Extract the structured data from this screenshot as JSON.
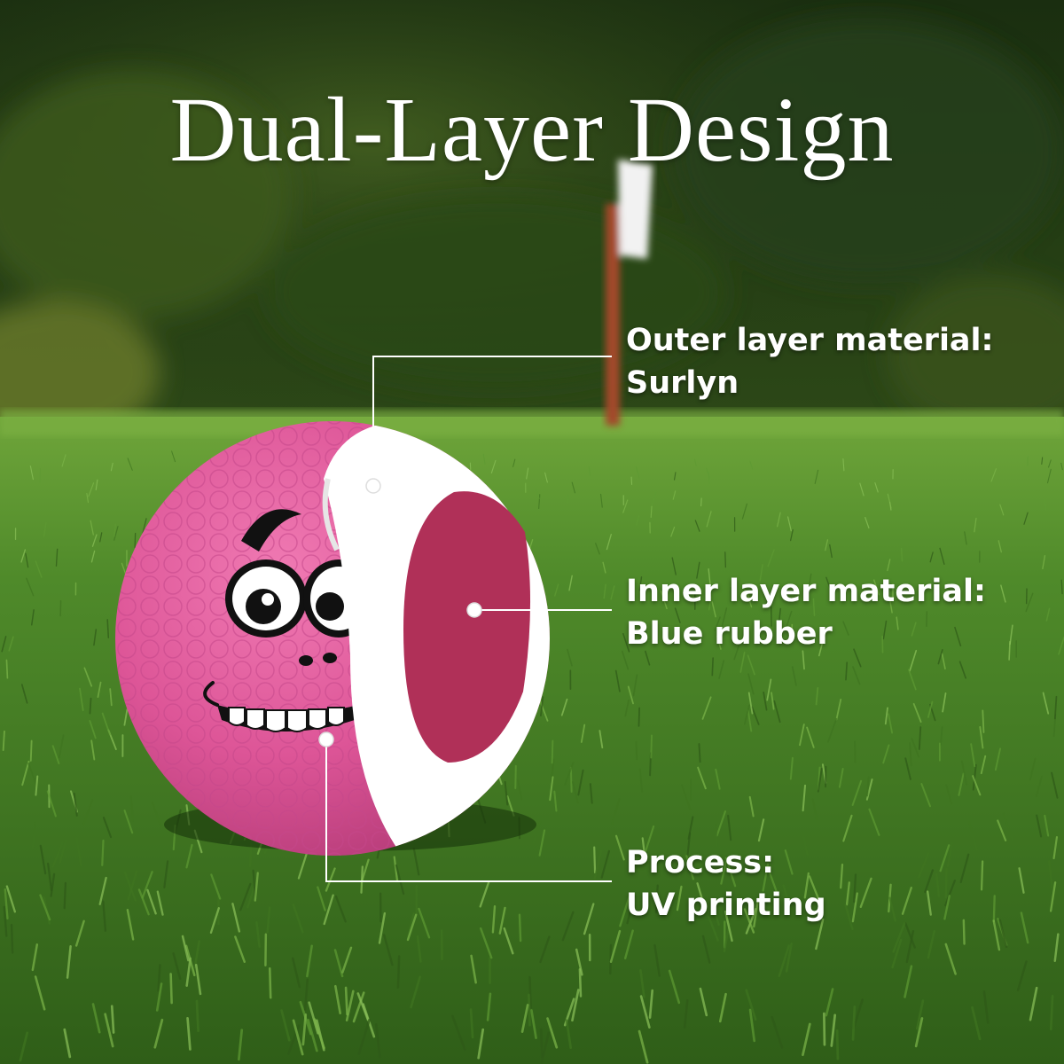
{
  "headline": "Dual-Layer Design",
  "callouts": {
    "outer_layer": {
      "title": "Outer layer material:",
      "value": "Surlyn"
    },
    "inner_layer": {
      "title": "Inner layer material:",
      "value": "Blue rubber"
    },
    "process": {
      "title": "Process:",
      "value": "UV printing"
    }
  },
  "colors": {
    "ball_pink": "#e0589a",
    "inner_core": "#b03058",
    "outer_shell": "#ffffff",
    "grass": "#4f8a2a",
    "foliage": "#1c3410"
  },
  "icons": [
    "golf-ball-face-icon",
    "pin-flag-icon"
  ]
}
